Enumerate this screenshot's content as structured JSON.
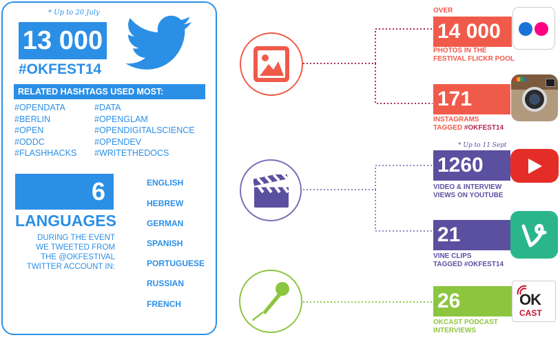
{
  "twitter": {
    "note": "* Up to 20 July",
    "count": "13 000",
    "hashtag": "#OKFEST14",
    "related_heading": "RELATED HASHTAGS USED MOST:",
    "tags_left": [
      "#OPENDATA",
      "#BERLIN",
      "#OPEN",
      "#ODDC",
      "#FLASHHACKS"
    ],
    "tags_right": [
      "#DATA",
      "#OPENGLAM",
      "#OPENDIGITALSCIENCE",
      "#OPENDEV",
      "#WRITETHEDOCS"
    ],
    "languages_count": "6",
    "languages_label": "LANGUAGES",
    "languages_desc": [
      "DURING THE EVENT",
      "WE TWEETED FROM",
      "THE @OKFESTIVAL",
      "TWITTER ACCOUNT IN:"
    ],
    "languages": [
      "ENGLISH",
      "HEBREW",
      "GERMAN",
      "SPANISH",
      "PORTUGUESE",
      "RUSSIAN",
      "FRENCH"
    ]
  },
  "photos": {
    "flickr": {
      "over": "OVER",
      "value": "14 000",
      "caption": [
        "PHOTOS IN THE",
        "FESTIVAL FLICKR POOL"
      ]
    },
    "instagram": {
      "value": "171",
      "caption1": "INSTAGRAMS",
      "caption2a": "TAGGED ",
      "caption2b": "#OKFEST14"
    }
  },
  "video": {
    "note": "* Up to 11 Sept",
    "youtube": {
      "value": "1260",
      "caption": [
        "VIDEO & INTERVIEW",
        "VIEWS ON YOUTUBE"
      ]
    },
    "vine": {
      "value": "21",
      "caption1": "VINE CLIPS",
      "caption2a": "TAGGED ",
      "caption2b": "#OKFEST14"
    }
  },
  "podcast": {
    "value": "26",
    "caption": [
      "OKCAST PODCAST",
      "INTERVIEWS"
    ],
    "logo_top": "OK",
    "logo_bottom": "CAST"
  },
  "colors": {
    "twitter_blue": "#2b8fe6",
    "photo_red": "#f05a4a",
    "video_purple": "#5b4fa0",
    "podcast_green": "#8cc63f"
  }
}
